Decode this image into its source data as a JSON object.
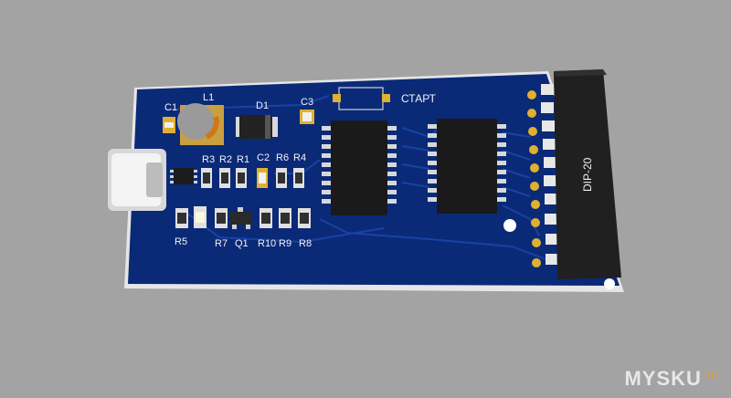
{
  "board": {
    "colors": {
      "background": "#a3a3a3",
      "pcb": "#0a2a78",
      "pcb_edge": "#e8e8e8",
      "trace": "#1a3d9a",
      "pad": "#f0d070",
      "chip": "#1a1a1a"
    },
    "labels": {
      "c1": "C1",
      "l1": "L1",
      "d1": "D1",
      "c3": "C3",
      "start": "СТАРТ",
      "r3": "R3",
      "r2": "R2",
      "r1": "R1",
      "c2": "C2",
      "r6": "R6",
      "r4": "R4",
      "r5": "R5",
      "r7": "R7",
      "q1": "Q1",
      "r10": "R10",
      "r9": "R9",
      "r8": "R8",
      "dip": "DIP-20"
    }
  },
  "watermark": {
    "text": "MYSKU",
    "suffix": ".ru"
  }
}
